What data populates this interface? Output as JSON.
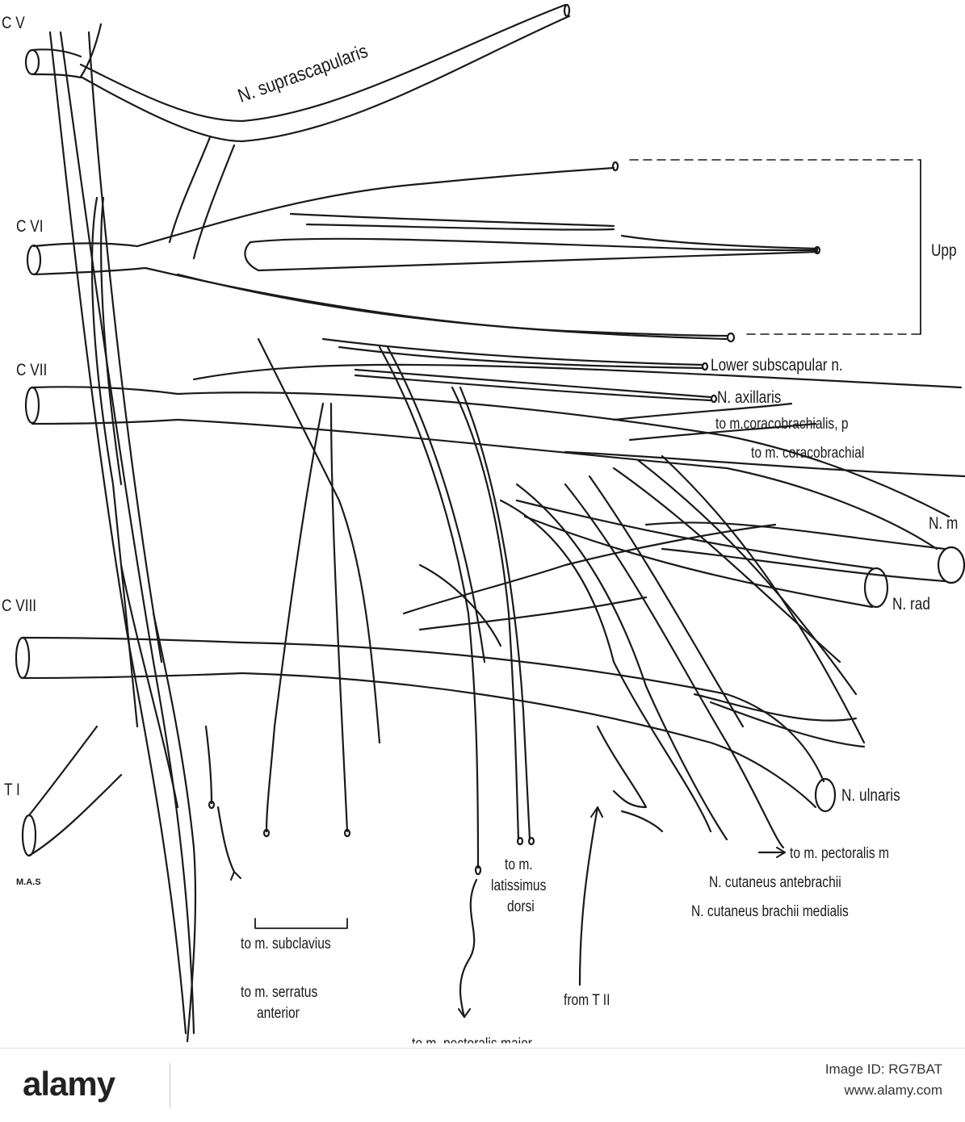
{
  "labels": {
    "cv": "C V",
    "cvi": "C VI",
    "cvii": "C VII",
    "cviii": "C VIII",
    "ti": "T I",
    "initials": "M.A.S",
    "suprascapularis": "N. suprascapularis",
    "upper": "Upp",
    "lower_subscapular": "Lower subscapular n.",
    "axillaris": "N. axillaris",
    "coracobrachialis_p": "to m.coracobrachialis, p",
    "coracobrachial": "to m. coracobrachial",
    "n_m": "N. m",
    "radialis": "N. rad",
    "ulnaris": "N. ulnaris",
    "pectoralis_minor": "to m. pectoralis m",
    "cutaneus_antebrachii": "N. cutaneus antebrachii",
    "cutaneus_brachii": "N. cutaneus brachii medialis",
    "to_m": "to m.",
    "latissimus": "latissimus",
    "dorsi": "dorsi",
    "subclavius": "to m. subclavius",
    "serratus": "to m. serratus",
    "anterior": "anterior",
    "from_tii": "from T II",
    "pectoralis_major": "to m. pectoralis major"
  },
  "watermark": {
    "brand_alt": "alam",
    "brand_amy": "y",
    "image_id": "Image ID: RG7BAT",
    "url": "www.alamy.com"
  },
  "colors": {
    "ink": "#1a1a1a",
    "paper": "#ffffff"
  }
}
